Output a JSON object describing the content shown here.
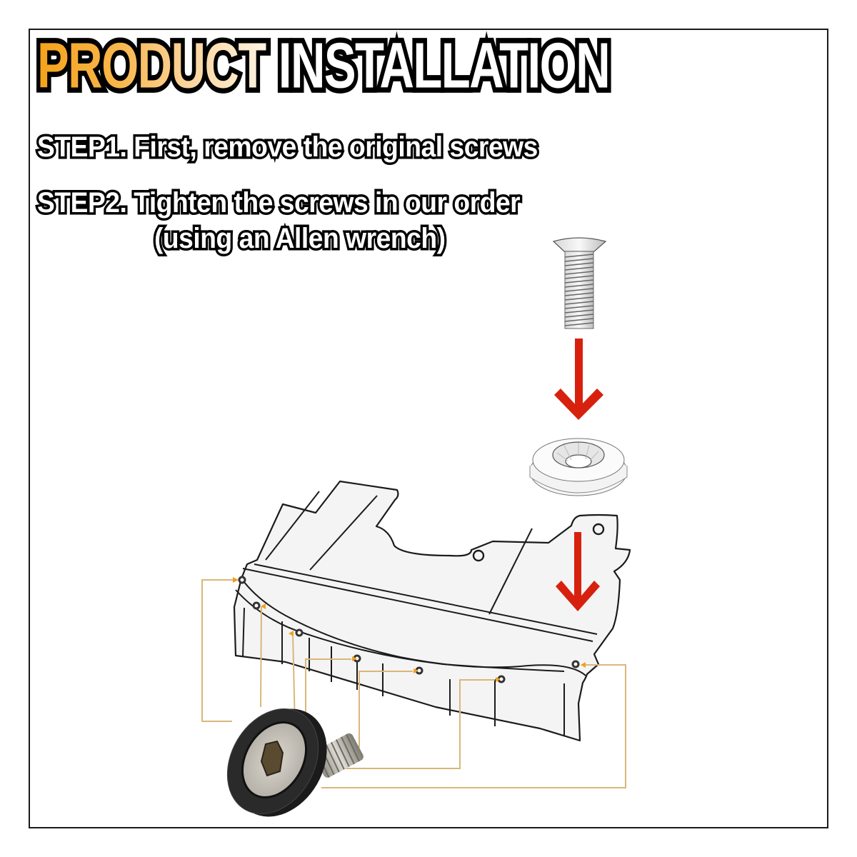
{
  "title": {
    "word1": "PRODUCT",
    "word2": "INSTALLATION",
    "word1_gradient": [
      "#f5a21a",
      "#fff3e2"
    ],
    "word2_color": "#ffffff",
    "outline_color": "#000000"
  },
  "steps": [
    {
      "label": "STEP1. First, remove the original screws"
    },
    {
      "label": "STEP2. Tighten the screws in our order",
      "sub": "(using an Allen wrench)"
    }
  ],
  "diagram": {
    "parts": [
      "countersunk-screw",
      "countersunk-washer",
      "undertray-panel",
      "black-button-head-screw"
    ],
    "arrow_color": "#d8200f",
    "leader_line_color": "#d9b77a",
    "leader_arrow_color": "#f0a020",
    "screw_holes_count": 7,
    "arrows": [
      "screw-to-washer",
      "washer-to-panel"
    ]
  },
  "colors": {
    "background": "#ffffff",
    "frame": "#1a1a1a",
    "panel_fill": "#f4f4f4",
    "panel_stroke": "#1b1b1b"
  }
}
